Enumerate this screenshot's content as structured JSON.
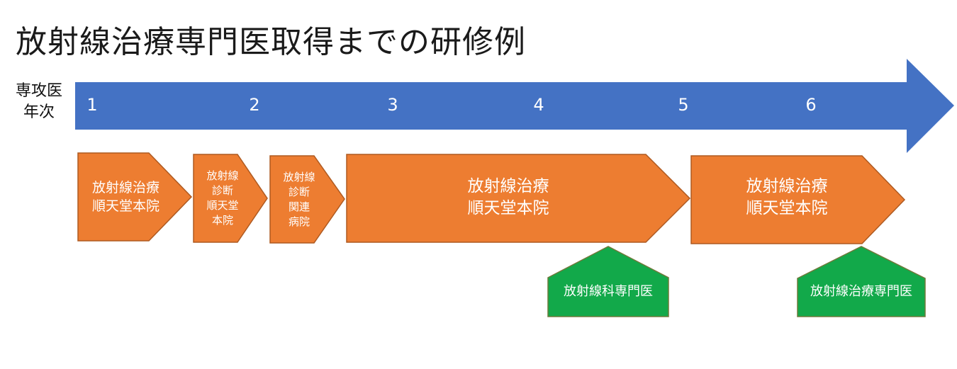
{
  "title": "放射線治療専門医取得までの研修例",
  "row_label": "専攻医\n年次",
  "years": [
    "1",
    "2",
    "3",
    "4",
    "5",
    "6"
  ],
  "colors": {
    "timeline": "#4472C4",
    "rotation": "#ED7D31",
    "rotation_border": "#AE5A21",
    "certification": "#12A94A",
    "certification_border": "#6E7A3A"
  },
  "rotations": [
    {
      "label": "放射線治療\n順天堂本院"
    },
    {
      "label": "放射線\n診断\n順天堂\n本院"
    },
    {
      "label": "放射線\n診断\n関連\n病院"
    },
    {
      "label": "放射線治療\n順天堂本院"
    },
    {
      "label": "放射線治療\n順天堂本院"
    }
  ],
  "certifications": [
    {
      "label": "放射線科専門医"
    },
    {
      "label": "放射線治療専門医"
    }
  ]
}
